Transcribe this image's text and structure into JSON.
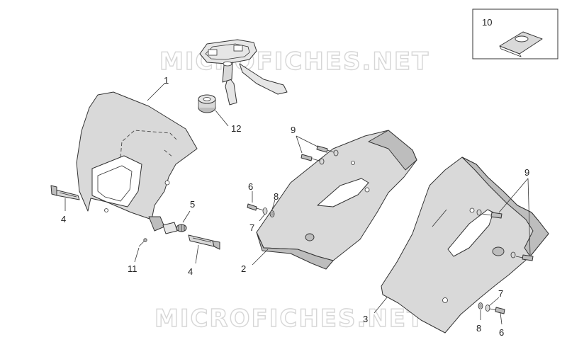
{
  "diagram": {
    "watermark": "MICROFICHES.NET",
    "colors": {
      "part_fill": "#d9d9d9",
      "part_dark": "#bdbdbd",
      "line": "#333333",
      "watermark": "#d6d6d6"
    },
    "callouts": {
      "c1": "1",
      "c2": "2",
      "c3": "3",
      "c4a": "4",
      "c4b": "4",
      "c5": "5",
      "c6a": "6",
      "c6b": "6",
      "c7a": "7",
      "c7b": "7",
      "c8a": "8",
      "c8b": "8",
      "c9a": "9",
      "c9b": "9",
      "c10": "10",
      "c11": "11",
      "c12": "12"
    }
  }
}
